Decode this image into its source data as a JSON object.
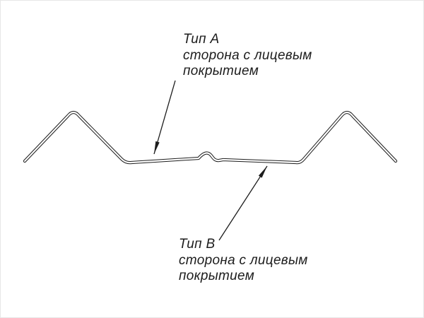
{
  "diagram": {
    "type": "technical-profile-cross-section",
    "labels": {
      "type_a": {
        "title": "Тип А",
        "line1": "сторона с лицевым",
        "line2": "покрытием"
      },
      "type_b": {
        "title": "Тип В",
        "line1": "сторона с лицевым",
        "line2": "покрытием"
      }
    },
    "colors": {
      "stroke": "#1c1c1c",
      "background": "#ffffff"
    }
  }
}
